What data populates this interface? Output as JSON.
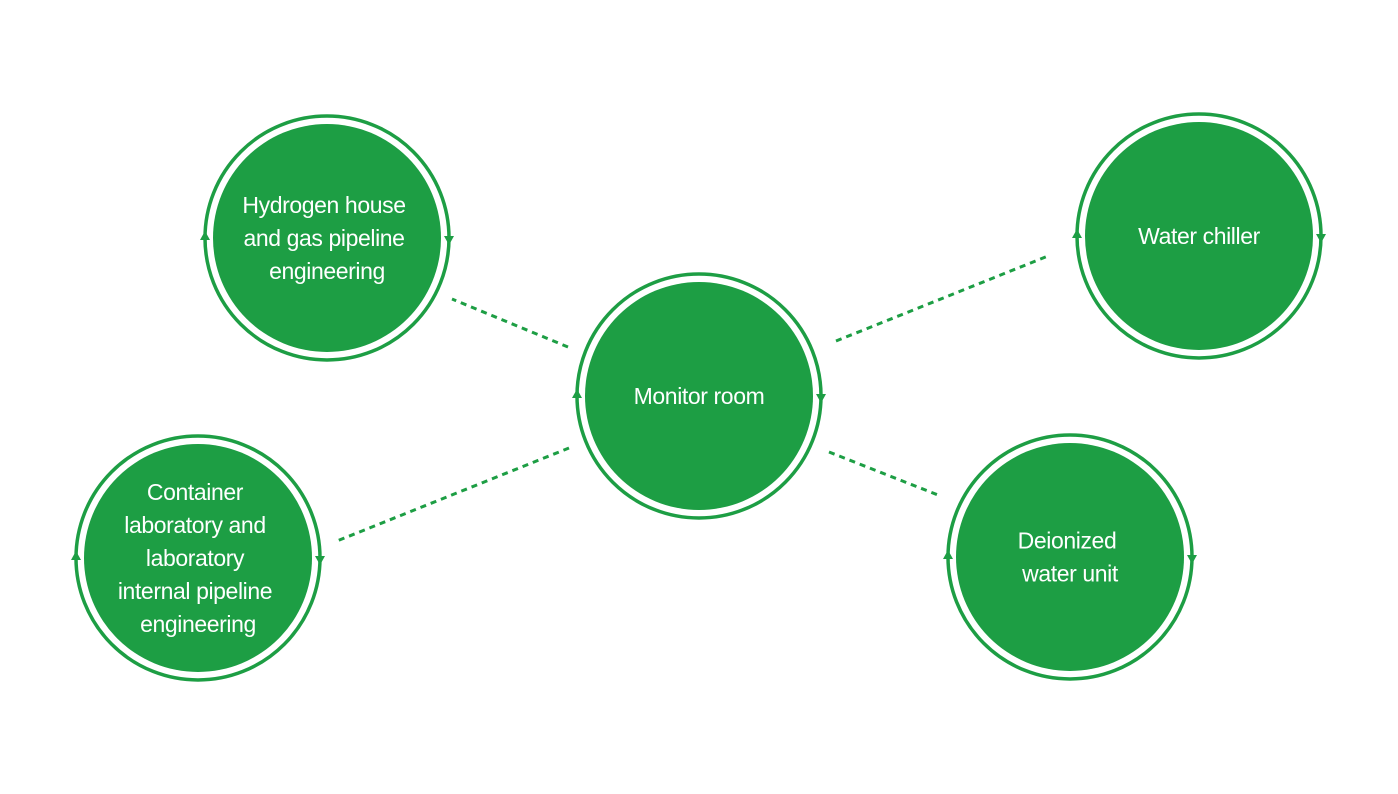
{
  "colors": {
    "fill": "#1d9e44",
    "ring": "#1d9e44",
    "connector": "#1d9e44",
    "label": "#ffffff",
    "background": "#ffffff"
  },
  "nodes": [
    {
      "id": "hydrogen",
      "name": "node-hydrogen-house",
      "lines": [
        "Hydrogen house",
        "and gas pipeline",
        "engineering"
      ]
    },
    {
      "id": "monitor",
      "name": "node-monitor-room",
      "lines": [
        "Monitor room"
      ]
    },
    {
      "id": "chiller",
      "name": "node-water-chiller",
      "lines": [
        "Water chiller"
      ]
    },
    {
      "id": "container",
      "name": "node-container-laboratory",
      "lines": [
        "Container",
        "laboratory and",
        "laboratory",
        "internal pipeline",
        "engineering"
      ]
    },
    {
      "id": "deionized",
      "name": "node-deionized-water-unit",
      "lines": [
        "Deionized",
        "water unit"
      ]
    }
  ],
  "edges": [
    {
      "from": "monitor",
      "to": "hydrogen"
    },
    {
      "from": "monitor",
      "to": "chiller"
    },
    {
      "from": "monitor",
      "to": "container"
    },
    {
      "from": "monitor",
      "to": "deionized"
    }
  ]
}
